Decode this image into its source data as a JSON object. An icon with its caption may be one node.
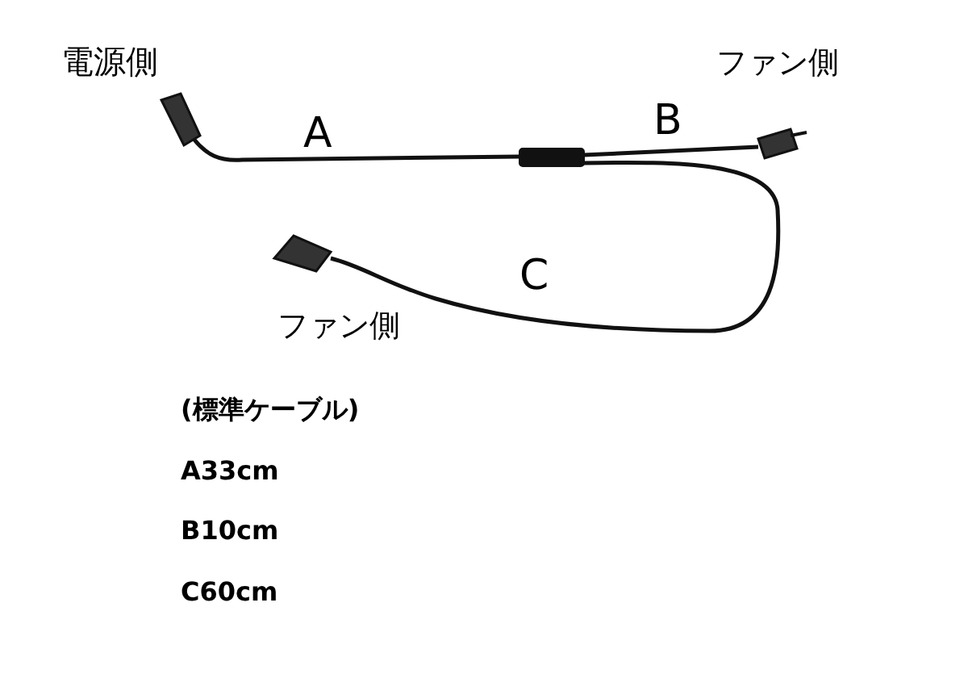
{
  "diagram": {
    "labels": [
      "電源側",
      "A",
      "B",
      "ファン側",
      "C",
      "ファン側",
      "(標準ケーブル)",
      "A33cm",
      "B10cm",
      "C60cm"
    ]
  }
}
